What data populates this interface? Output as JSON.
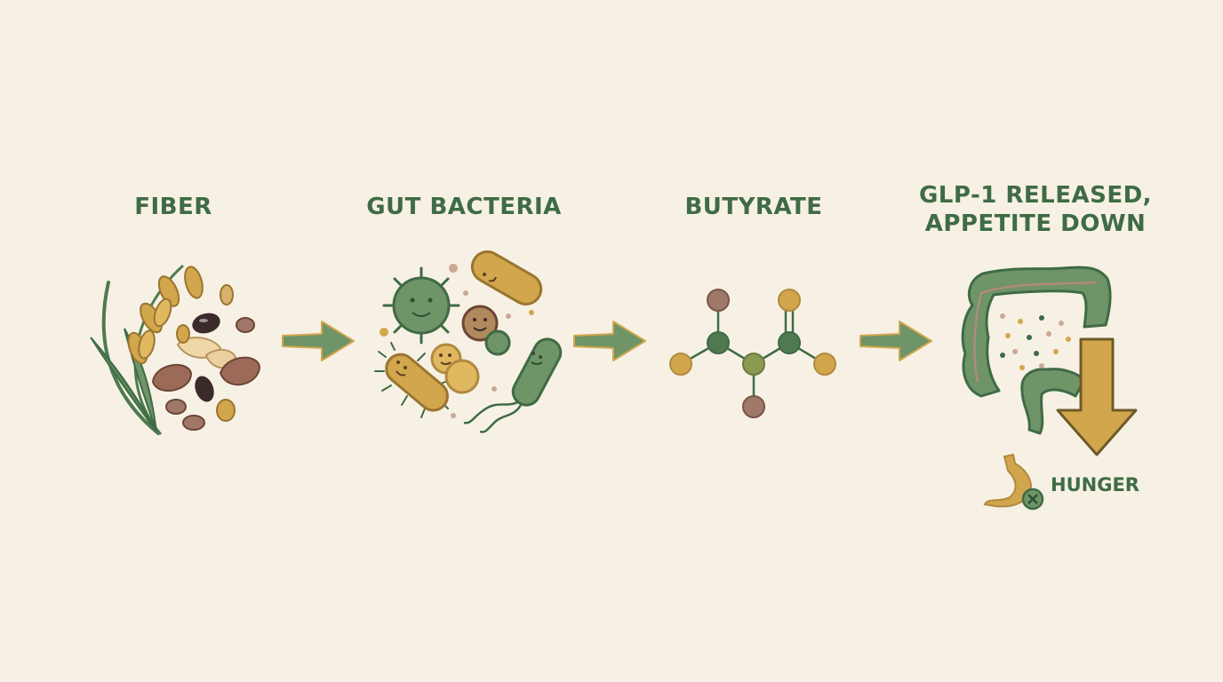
{
  "steps": [
    {
      "label": "FIBER"
    },
    {
      "label": "GUT BACTERIA"
    },
    {
      "label": "BUTYRATE"
    },
    {
      "label_lines": [
        "GLP-1 RELEASED,",
        "APPETITE DOWN"
      ]
    }
  ],
  "hunger_label": "HUNGER",
  "colors": {
    "background": "#f7f1e5",
    "green": "#3f6b45",
    "sage": "#6e9468",
    "gold": "#d2a64c",
    "mauve": "#a0786a",
    "brown": "#8a5a48"
  },
  "icons": [
    "grain-stalk-icon",
    "bean-icon",
    "bacteria-icon",
    "molecule-icon",
    "colon-icon",
    "down-arrow-icon",
    "stomach-icon",
    "cross-icon"
  ]
}
